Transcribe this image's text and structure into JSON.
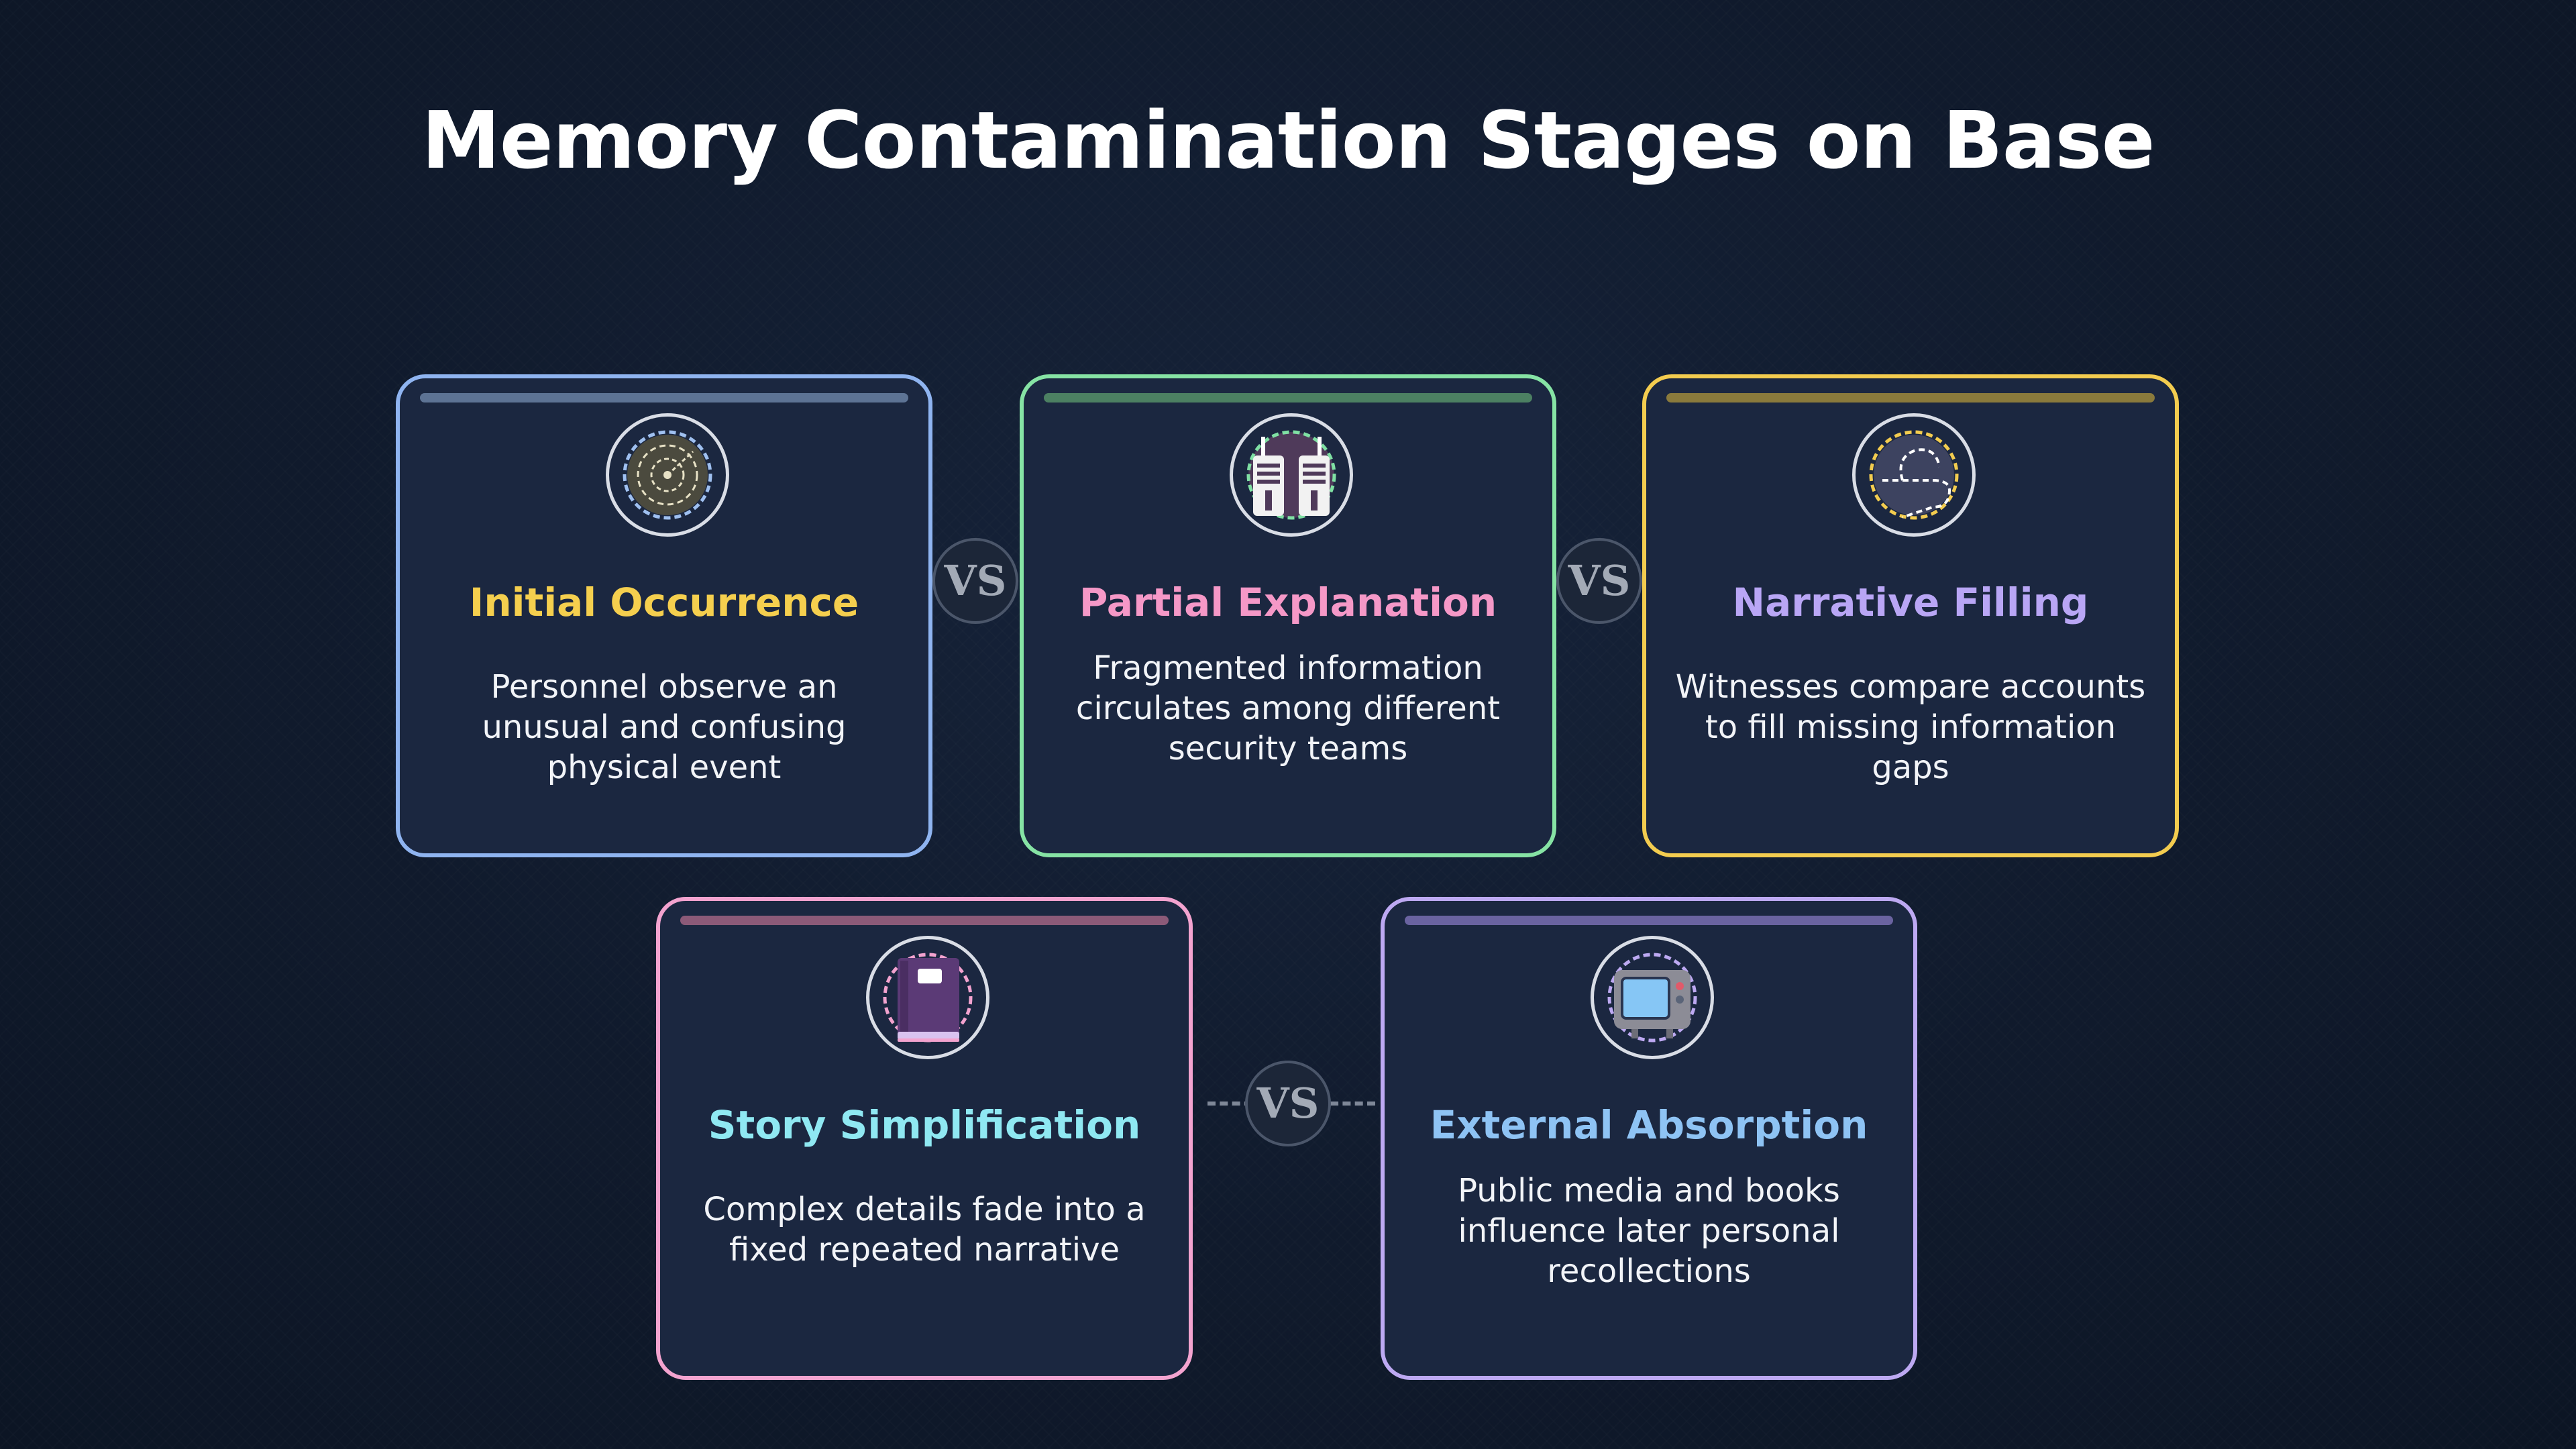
{
  "title": "Memory Contamination Stages on Base",
  "vs_label": "VS",
  "stages": [
    {
      "title": "Initial Occurrence",
      "description": "Personnel observe an unusual and confusing physical event",
      "icon": "radar-icon",
      "border_color": "#8fb4f0",
      "bar_color": "#5d7394",
      "title_color": "#f5cf4e"
    },
    {
      "title": "Partial Explanation",
      "description": "Fragmented information circulates among different security teams",
      "icon": "walkie-talkie-icon",
      "border_color": "#86e3a4",
      "bar_color": "#4c8062",
      "title_color": "#f598c7"
    },
    {
      "title": "Narrative Filling",
      "description": "Witnesses compare accounts to fill missing information gaps",
      "icon": "puzzle-icon",
      "border_color": "#f3cc4f",
      "bar_color": "#8a7a3c",
      "title_color": "#b9a6f5"
    },
    {
      "title": "Story Simplification",
      "description": "Complex details fade into a fixed repeated narrative",
      "icon": "book-icon",
      "border_color": "#f3a3cf",
      "bar_color": "#8c5a78",
      "title_color": "#8fe8f2"
    },
    {
      "title": "External Absorption",
      "description": "Public media and books influence later personal recollections",
      "icon": "tv-icon",
      "border_color": "#bda9f2",
      "bar_color": "#6a63a0",
      "title_color": "#8ec3f4"
    }
  ]
}
